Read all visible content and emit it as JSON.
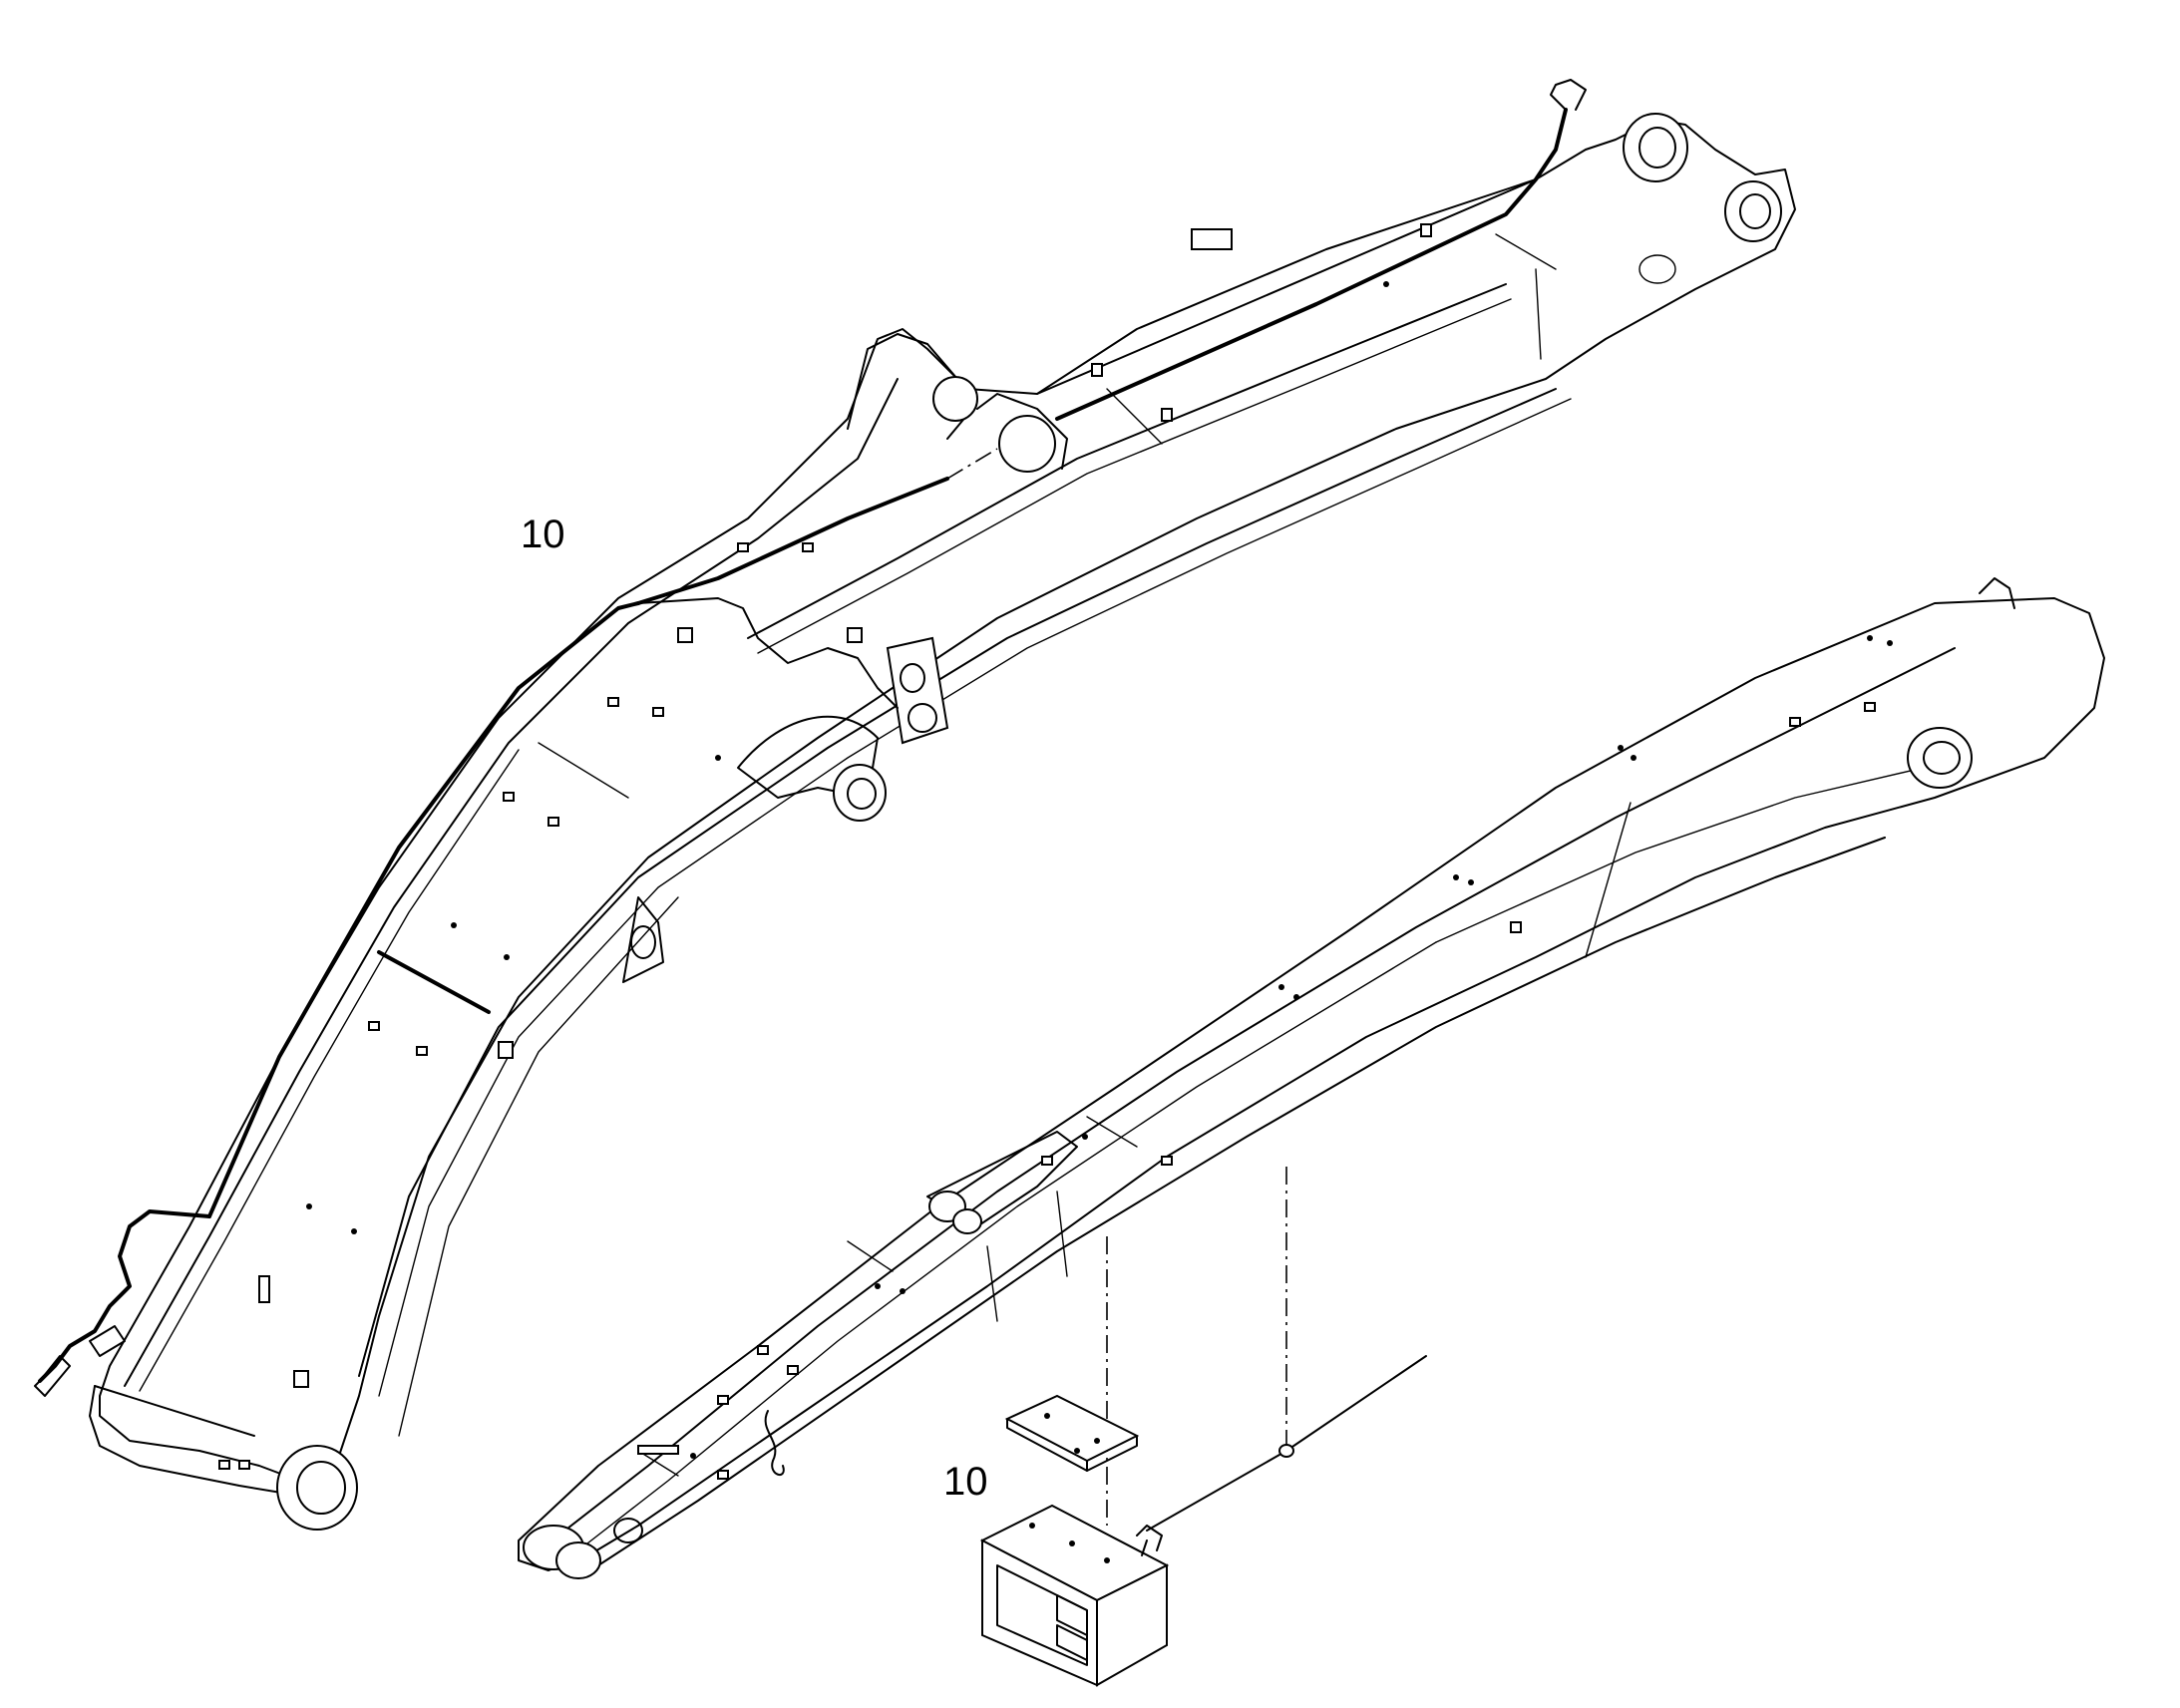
{
  "callouts": [
    {
      "id": "callout-1",
      "label": "10"
    },
    {
      "id": "callout-2",
      "label": "10"
    }
  ],
  "colors": {
    "line": "#000000",
    "background": "#ffffff"
  }
}
